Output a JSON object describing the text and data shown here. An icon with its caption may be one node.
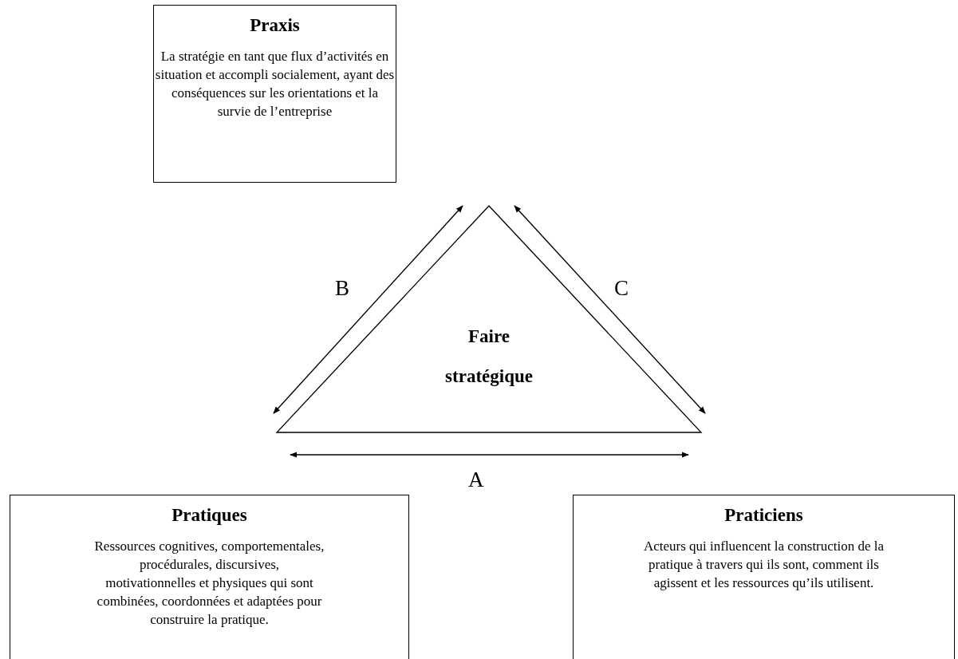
{
  "diagram": {
    "nodes": [
      {
        "text": [
          "Praxis",
          "La stratégie en tant que flux d’activités en situation et accompli socialement, ayant des conséquences sur les orientations et la survie de l’entreprise"
        ]
      },
      {
        "text": [
          "Pratiques",
          "Ressources cognitives, comportementales, procédurales, discursives, motivationnelles et physiques qui sont combinées, coordonnées et adaptées pour construire la pratique."
        ]
      },
      {
        "text": [
          "Praticiens",
          "Acteurs qui influencent la construction de la pratique à travers qui ils sont, comment ils agissent et les ressources qu’ils utilisent."
        ]
      },
      {
        "text": [
          "Faire stratégique"
        ]
      }
    ],
    "labels": [
      "B",
      "C",
      "A"
    ]
  }
}
